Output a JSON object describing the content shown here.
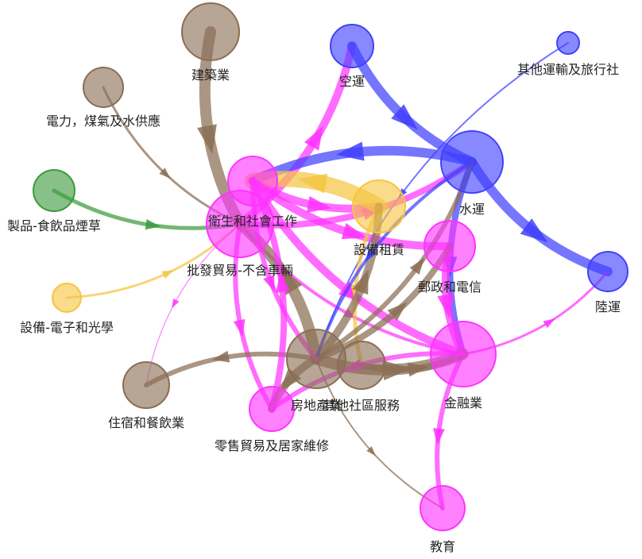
{
  "colors": {
    "magenta": "#ff33ff",
    "blue": "#4040ff",
    "brown": "#8a6e55",
    "green": "#3d9b3d",
    "yellow": "#f5c542"
  },
  "nodes": [
    {
      "id": "construction",
      "label": "建築業",
      "color": "brown"
    },
    {
      "id": "utilities",
      "label": "電力，煤氣及水供應",
      "color": "brown"
    },
    {
      "id": "food",
      "label": "製品-食飲品煙草",
      "color": "green"
    },
    {
      "id": "electronics",
      "label": "設備-電子和光學",
      "color": "yellow"
    },
    {
      "id": "hotel",
      "label": "住宿和餐飲業",
      "color": "brown"
    },
    {
      "id": "retail",
      "label": "零售貿易及居家維修",
      "color": "magenta"
    },
    {
      "id": "health",
      "label": "衛生和社會工作",
      "color": "magenta"
    },
    {
      "id": "wholesale",
      "label": "批發貿易-不含車輛",
      "color": "magenta"
    },
    {
      "id": "air",
      "label": "空運",
      "color": "blue"
    },
    {
      "id": "othertransport",
      "label": "其他運輸及旅行社",
      "color": "blue"
    },
    {
      "id": "water",
      "label": "水運",
      "color": "blue"
    },
    {
      "id": "land",
      "label": "陸運",
      "color": "blue"
    },
    {
      "id": "rental",
      "label": "設備租賃",
      "color": "yellow"
    },
    {
      "id": "post",
      "label": "郵政和電信",
      "color": "magenta"
    },
    {
      "id": "finance",
      "label": "金融業",
      "color": "magenta"
    },
    {
      "id": "realestate",
      "label": "房地產業",
      "color": "brown"
    },
    {
      "id": "community",
      "label": "其他社區服務",
      "color": "brown"
    },
    {
      "id": "education",
      "label": "教育",
      "color": "magenta"
    }
  ],
  "edges": [
    {
      "from": "construction",
      "to": "wholesale",
      "w": 14
    },
    {
      "from": "utilities",
      "to": "wholesale",
      "w": 3
    },
    {
      "from": "food",
      "to": "wholesale",
      "w": 5
    },
    {
      "from": "electronics",
      "to": "wholesale",
      "w": 3
    },
    {
      "from": "wholesale",
      "to": "hotel",
      "w": 1
    },
    {
      "from": "wholesale",
      "to": "retail",
      "w": 6
    },
    {
      "from": "wholesale",
      "to": "air",
      "w": 10
    },
    {
      "from": "air",
      "to": "water",
      "w": 12
    },
    {
      "from": "water",
      "to": "land",
      "w": 12
    },
    {
      "from": "othertransport",
      "to": "realestate",
      "w": 2
    },
    {
      "from": "wholesale",
      "to": "water",
      "w": 8
    },
    {
      "from": "water",
      "to": "health",
      "w": 12
    },
    {
      "from": "health",
      "to": "rental",
      "w": 10
    },
    {
      "from": "rental",
      "to": "health",
      "w": 20
    },
    {
      "from": "health",
      "to": "post",
      "w": 10
    },
    {
      "from": "health",
      "to": "finance",
      "w": 10
    },
    {
      "from": "wholesale",
      "to": "finance",
      "w": 4
    },
    {
      "from": "water",
      "to": "finance",
      "w": 8
    },
    {
      "from": "finance",
      "to": "land",
      "w": 3
    },
    {
      "from": "finance",
      "to": "education",
      "w": 6
    },
    {
      "from": "rental",
      "to": "community",
      "w": 5
    },
    {
      "from": "post",
      "to": "finance",
      "w": 10
    },
    {
      "from": "realestate",
      "to": "wholesale",
      "w": 14
    },
    {
      "from": "realestate",
      "to": "hotel",
      "w": 6
    },
    {
      "from": "realestate",
      "to": "water",
      "w": 6
    },
    {
      "from": "realestate",
      "to": "rental",
      "w": 10
    },
    {
      "from": "realestate",
      "to": "post",
      "w": 8
    },
    {
      "from": "realestate",
      "to": "education",
      "w": 2
    },
    {
      "from": "realestate",
      "to": "finance",
      "w": 14
    },
    {
      "from": "community",
      "to": "finance",
      "w": 8
    },
    {
      "from": "retail",
      "to": "health",
      "w": 8
    },
    {
      "from": "realestate",
      "to": "retail",
      "w": 10
    },
    {
      "from": "finance",
      "to": "retail",
      "w": 6
    },
    {
      "from": "water",
      "to": "realestate",
      "w": 4
    },
    {
      "from": "health",
      "to": "realestate",
      "w": 6
    }
  ]
}
